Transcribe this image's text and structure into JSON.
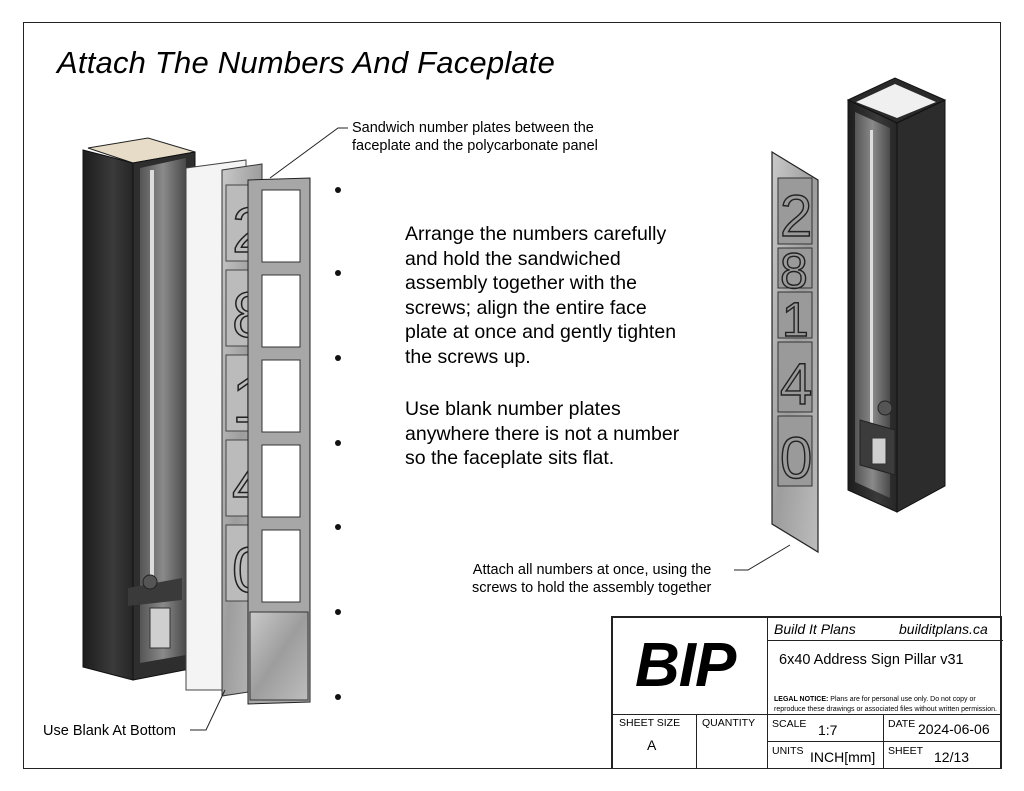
{
  "title": "Attach The Numbers And Faceplate",
  "notes": {
    "sandwich_line1": "Sandwich number plates between the",
    "sandwich_line2": "faceplate and the polycarbonate panel",
    "attach_line1": "Attach all numbers at once, using the",
    "attach_line2": "screws to hold the assembly together",
    "blank_bottom": "Use Blank At Bottom"
  },
  "instructions": {
    "p1": [
      "Arrange the numbers carefully",
      "and hold the sandwiched",
      "assembly together with the",
      "screws; align the entire face",
      "plate at once and gently tighten",
      "the screws up."
    ],
    "p2": [
      "Use blank number plates",
      "anywhere there is not a number",
      "so the faceplate sits flat."
    ]
  },
  "digits": [
    "2",
    "8",
    "1",
    "4",
    "0"
  ],
  "title_block": {
    "logo": "BIP",
    "company": "Build It Plans",
    "website": "builditplans.ca",
    "drawing_title": "6x40 Address Sign Pillar v31",
    "legal_label": "LEGAL NOTICE:",
    "legal_text_1": "Plans are for personal use only. Do not copy or",
    "legal_text_2": "reproduce these drawings or associated files without written permission.",
    "sheet_size_label": "SHEET SIZE",
    "sheet_size": "A",
    "quantity_label": "QUANTITY",
    "quantity": "",
    "scale_label": "SCALE",
    "scale": "1:7",
    "date_label": "DATE",
    "date": "2024-06-06",
    "units_label": "UNITS",
    "units": "INCH[mm]",
    "sheet_label": "SHEET",
    "sheet": "12/13"
  },
  "colors": {
    "dark_metal": "#2b2b2b",
    "steel": "#a9a9a9",
    "panel": "#f2f2f2",
    "line": "#222222"
  }
}
